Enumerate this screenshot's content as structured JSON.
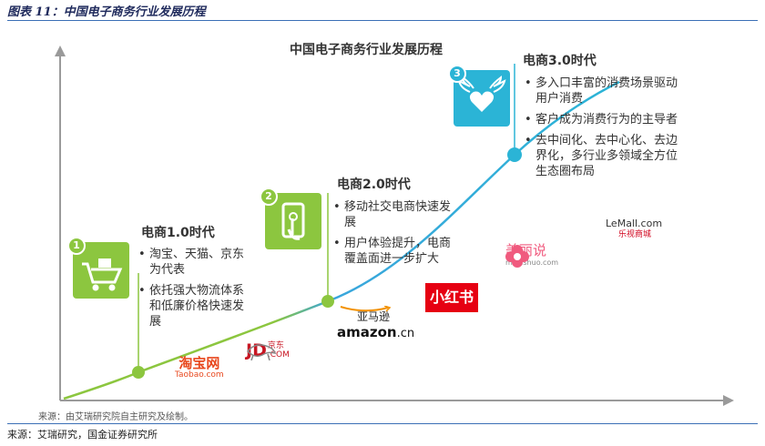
{
  "figure_title": "图表 11：中国电子商务行业发展历程",
  "diagram_title": "中国电子商务行业发展历程",
  "stages": [
    {
      "badge": "1",
      "title": "电商1.0时代",
      "bullets": [
        "淘宝、天猫、京东为代表",
        "依托强大物流体系和低廉价格快速发展"
      ]
    },
    {
      "badge": "2",
      "title": "电商2.0时代",
      "bullets": [
        "移动社交电商快速发展",
        "用户体验提升，电商覆盖面进一步扩大"
      ]
    },
    {
      "badge": "3",
      "title": "电商3.0时代",
      "bullets": [
        "多入口丰富的消费场景驱动用户消费",
        "客户成为消费行为的主导者",
        "去中间化、去中心化、去边界化，多行业多领域全方位生态圈布局"
      ]
    }
  ],
  "logos": {
    "taobao": {
      "cn": "淘宝网",
      "en": "Taobao.com"
    },
    "jd": {
      "main": "JD",
      "cn": "京东",
      "suffix": ".COM"
    },
    "amazon": {
      "cn": "亚马逊",
      "en": "amazon",
      "suffix": ".cn"
    },
    "xiaohongshu": {
      "text": "小红书"
    },
    "meilishuo": {
      "cn": "美丽说",
      "en": "meilishuo.com"
    },
    "lemall": {
      "en": "LeMall.com",
      "cn": "乐视商城"
    }
  },
  "diagram_source": "来源：由艾瑞研究院自主研究及绘制。",
  "figure_source": "来源：艾瑞研究，国金证券研究所",
  "colors": {
    "green": "#8cc63f",
    "blue": "#3aa6dc",
    "teal": "#2bb4d6",
    "axis": "#9a9a9a"
  }
}
